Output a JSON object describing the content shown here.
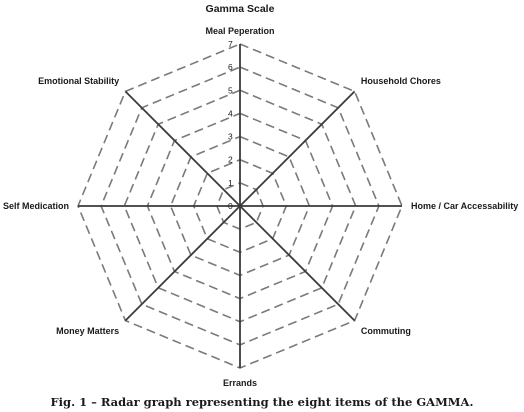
{
  "chart_data": {
    "type": "radar",
    "title": "Gamma Scale",
    "axes": [
      "Meal Peperation",
      "Household Chores",
      "Home / Car Accessability",
      "Commuting",
      "Errands",
      "Money Matters",
      "Self Medication",
      "Emotional Stability"
    ],
    "scale": {
      "min": 0,
      "max": 7,
      "step": 1
    },
    "ticks": [
      "0",
      "1",
      "2",
      "3",
      "4",
      "5",
      "6",
      "7"
    ],
    "grid": true,
    "series": []
  },
  "caption": "Fig. 1 – Radar graph representing the eight items of the GAMMA.",
  "colors": {
    "grid": "#7a7a7a",
    "spokes": "#3a3a3a",
    "text": "#1a1a1a"
  }
}
